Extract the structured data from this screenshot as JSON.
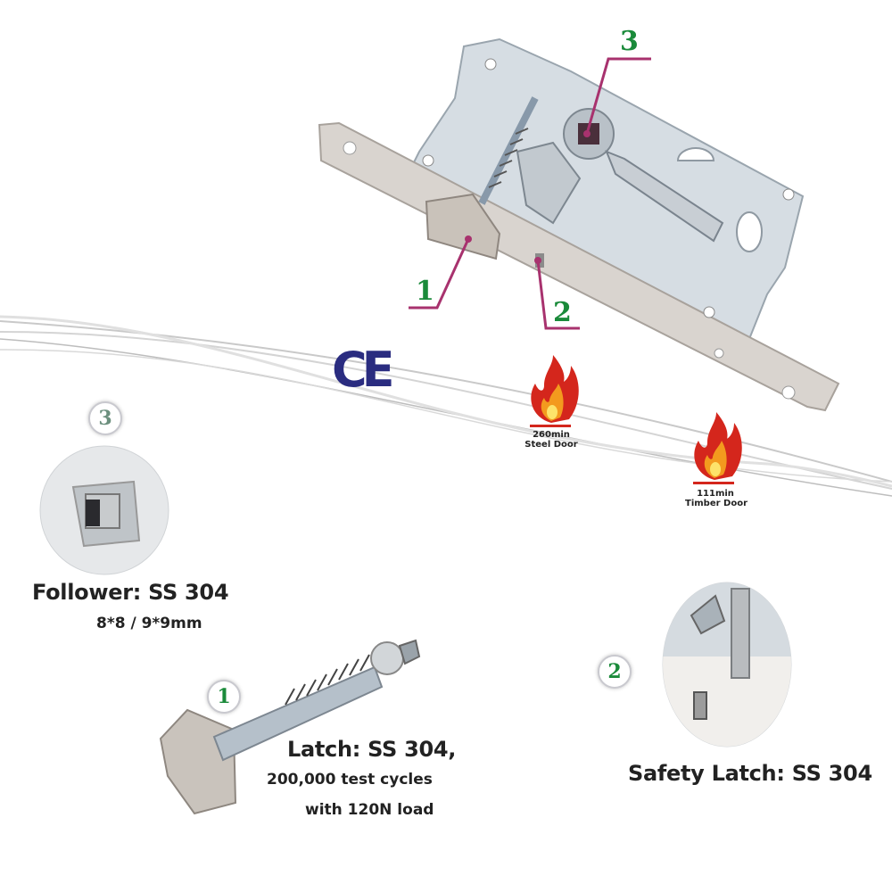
{
  "callouts": {
    "one": "1",
    "two": "2",
    "three": "3"
  },
  "certification": {
    "mark": "CE"
  },
  "fire_ratings": [
    {
      "duration": "260min",
      "door": "Steel Door"
    },
    {
      "duration": "111min",
      "door": "Timber Door"
    }
  ],
  "features": {
    "follower": {
      "badge": "3",
      "title": "Follower: SS 304",
      "detail": "8*8 / 9*9mm"
    },
    "latch": {
      "badge": "1",
      "title": "Latch: SS 304,",
      "detail_line1": "200,000 test cycles",
      "detail_line2": "with 120N load"
    },
    "safety_latch": {
      "badge": "2",
      "title": "Safety Latch: SS 304"
    }
  },
  "colors": {
    "callout_line": "#a8326e",
    "callout_number": "#1a8a3a",
    "ce_mark": "#2a2c80",
    "flame_red": "#d4261c",
    "flame_orange": "#f39a1e"
  }
}
